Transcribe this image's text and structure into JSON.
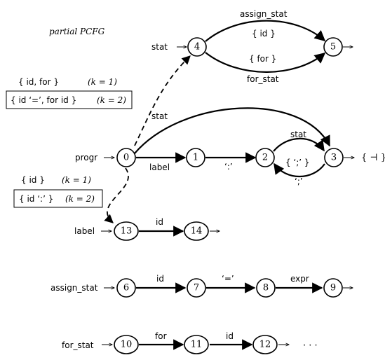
{
  "title": "partial PCFG",
  "nodes": [
    {
      "id": "0",
      "label": "0"
    },
    {
      "id": "1",
      "label": "1"
    },
    {
      "id": "2",
      "label": "2"
    },
    {
      "id": "3",
      "label": "3"
    },
    {
      "id": "4",
      "label": "4"
    },
    {
      "id": "5",
      "label": "5"
    },
    {
      "id": "6",
      "label": "6"
    },
    {
      "id": "7",
      "label": "7"
    },
    {
      "id": "8",
      "label": "8"
    },
    {
      "id": "9",
      "label": "9"
    },
    {
      "id": "10",
      "label": "10"
    },
    {
      "id": "11",
      "label": "11"
    },
    {
      "id": "12",
      "label": "12"
    },
    {
      "id": "13",
      "label": "13"
    },
    {
      "id": "14",
      "label": "14"
    }
  ],
  "start_labels": {
    "progr": "progr",
    "label": "label",
    "assign_stat": "assign_stat",
    "for_stat": "for_stat",
    "stat_4": "stat"
  },
  "edge_labels": {
    "e4_5_top": "assign_stat",
    "e4_5_bottom": "for_stat",
    "set_4_5_top": "{ id }",
    "set_4_5_bottom": "{ for }",
    "e0_3": "stat",
    "e0_1": "label",
    "e1_2": "‘:’",
    "e2_3": "stat",
    "e3_2": "‘;’",
    "set_3_2": "{ ‘;’ }",
    "e13_14": "id",
    "e6_7": "id",
    "e7_8": "‘=’",
    "e8_9": "expr",
    "e10_11": "for",
    "e11_12": "id",
    "ellipsis": "· · ·",
    "final_3": "{ ⊣ }"
  },
  "lookahead": {
    "stat_k1": "{ id, for }",
    "stat_k1_k": "(k = 1)",
    "stat_k2": "{ id ‘=’, for id }",
    "stat_k2_k": "(k = 2)",
    "label_k1": "{ id }",
    "label_k1_k": "(k = 1)",
    "label_k2": "{ id ‘:’ }",
    "label_k2_k": "(k = 2)"
  }
}
